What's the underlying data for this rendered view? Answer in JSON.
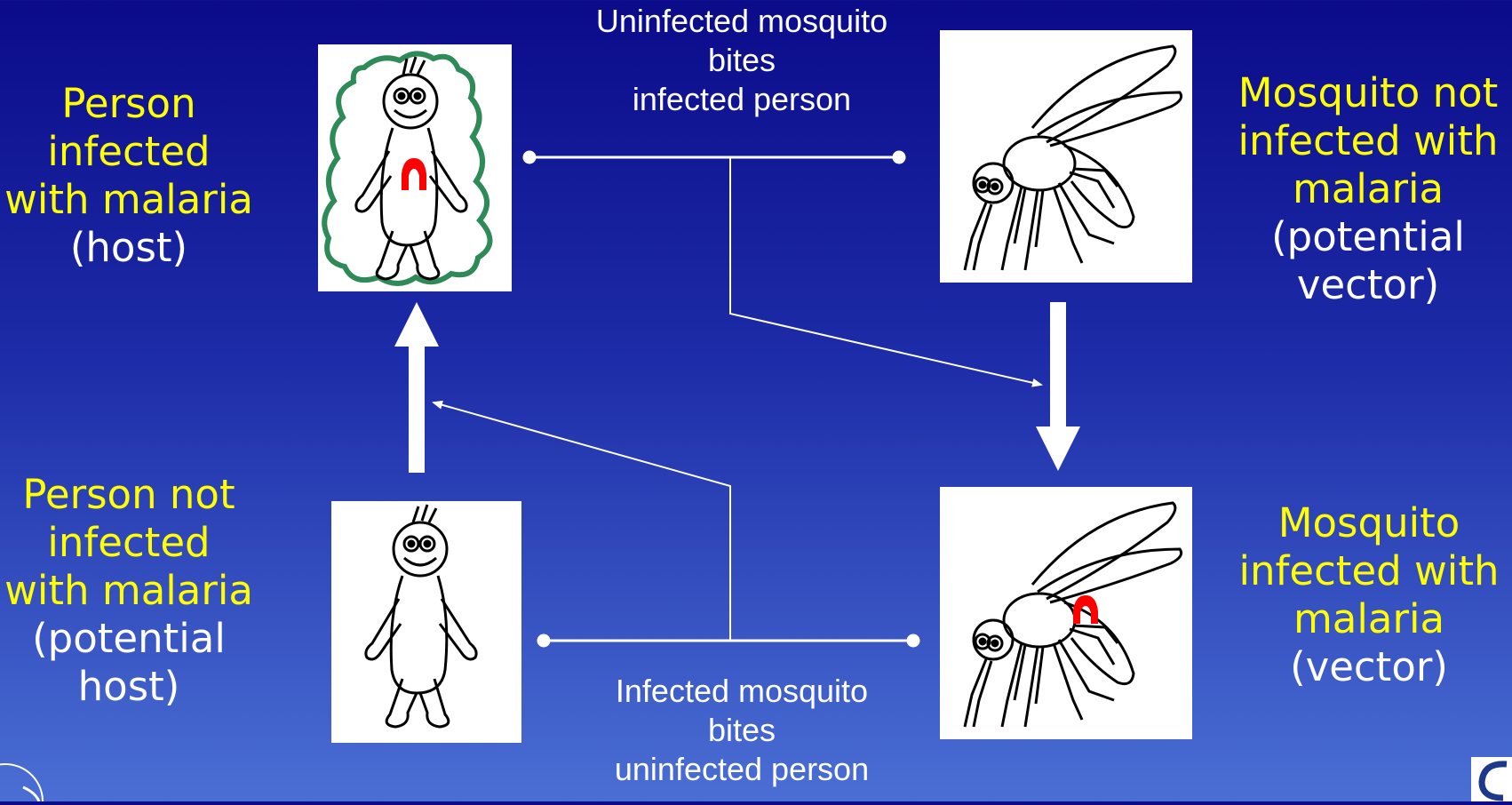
{
  "colors": {
    "label_yellow": "#ffff00",
    "label_white": "#ffffff",
    "arrow": "#ffffff",
    "parasite_red": "#ff0000",
    "aura_green": "#2e8b57"
  },
  "nodes": {
    "infected_person": {
      "lines": [
        "Person",
        "infected",
        "with malaria"
      ],
      "paren": "(host)",
      "icon": "infected-person-icon"
    },
    "uninfected_mosquito": {
      "lines": [
        "Mosquito not",
        "infected with",
        "malaria"
      ],
      "paren_lines": [
        "(potential",
        "vector)"
      ],
      "icon": "mosquito-icon"
    },
    "uninfected_person": {
      "lines": [
        "Person not",
        "infected",
        "with malaria"
      ],
      "paren_lines": [
        "(potential",
        "host)"
      ],
      "icon": "person-icon"
    },
    "infected_mosquito": {
      "lines": [
        "Mosquito",
        "infected with",
        "malaria"
      ],
      "paren": "(vector)",
      "icon": "infected-mosquito-icon"
    }
  },
  "steps": {
    "top": [
      "Uninfected mosquito",
      "bites",
      "infected person"
    ],
    "bottom": [
      "Infected mosquito",
      "bites",
      "uninfected person"
    ]
  }
}
